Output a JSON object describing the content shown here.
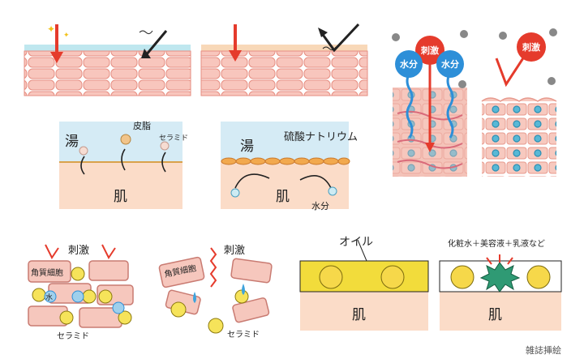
{
  "panels": {
    "soak": {
      "water_label": "湯",
      "skin_label": "肌",
      "lipid_label": "皮脂",
      "ceramide_label": "セラミド"
    },
    "sulfate": {
      "water_label": "湯",
      "agent_label": "硫酸ナトリウム",
      "skin_label": "肌",
      "moisture_label": "水分"
    },
    "barrier_sections": {
      "stimulus_label": "刺激",
      "water_label": "水分"
    },
    "cell_barrier": {
      "stimulus_label": "刺激",
      "keratinocyte_label": "角質細胞",
      "water_label": "水",
      "ceramide_label": "セラミド"
    },
    "oil": {
      "oil_label": "オイル",
      "skin_label": "肌",
      "cosmetics_label": "化粧水＋美容液＋乳液など"
    }
  },
  "credit": "雑誌挿絵",
  "colors": {
    "skin": "#f6c9be",
    "skin_dark": "#e99a8e",
    "water": "#cfe8f3",
    "oil": "#f3dc3a",
    "stimulus_red": "#e53b2c",
    "water_blue": "#2d8fd8"
  }
}
